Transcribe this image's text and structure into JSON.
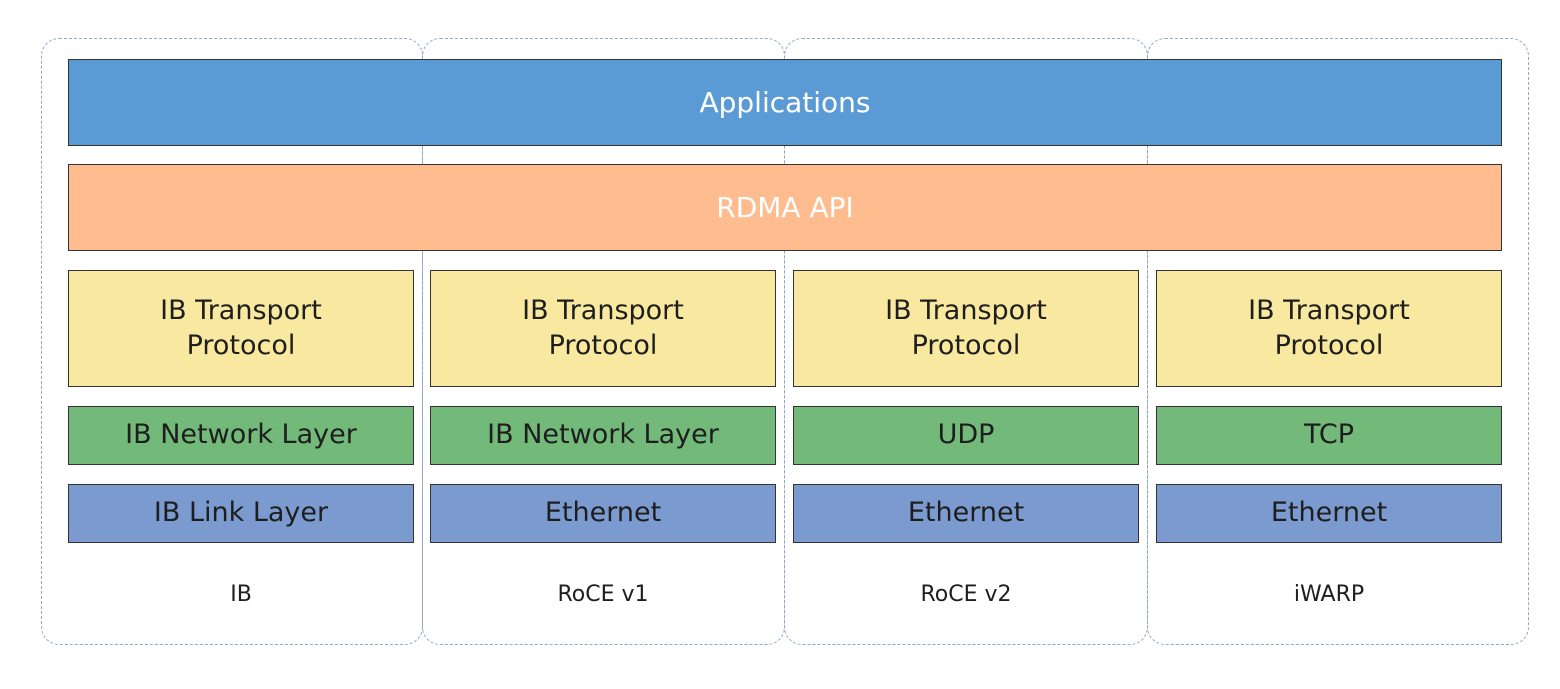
{
  "top_layers": {
    "applications": "Applications",
    "rdma_api": "RDMA API"
  },
  "stacks": [
    {
      "transport": "IB Transport Protocol",
      "network": "IB Network Layer",
      "link": "IB Link Layer",
      "label": "IB"
    },
    {
      "transport": "IB Transport Protocol",
      "network": "IB Network Layer",
      "link": "Ethernet",
      "label": "RoCE v1"
    },
    {
      "transport": "IB Transport Protocol",
      "network": "UDP",
      "link": "Ethernet",
      "label": "RoCE v2"
    },
    {
      "transport": "IB Transport Protocol",
      "network": "TCP",
      "link": "Ethernet",
      "label": "iWARP"
    }
  ],
  "colors": {
    "applications": "#5b9bd5",
    "rdma_api": "#ffbc8f",
    "transport": "#f8e8a0",
    "network": "#72b97a",
    "link": "#7b9bd0",
    "column_border": "#8fa9c9"
  }
}
